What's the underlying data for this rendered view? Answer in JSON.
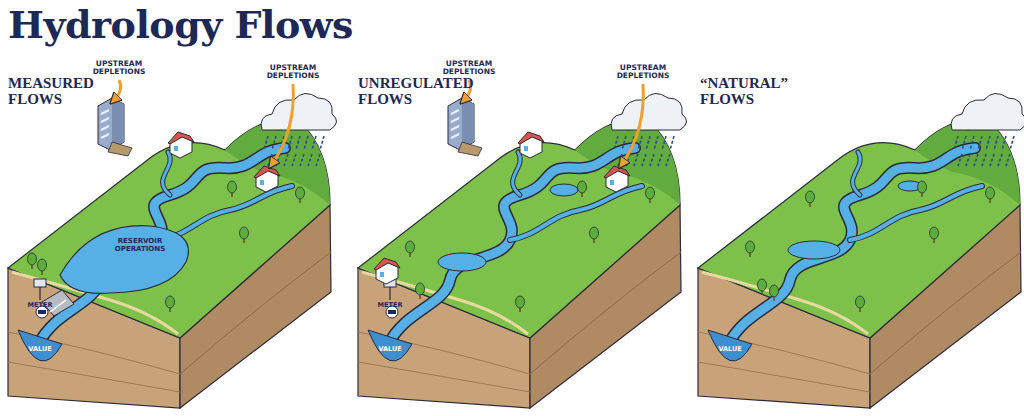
{
  "diagram": {
    "title": "Hydrology Flows",
    "labels": [
      "MEASURED FLOWS",
      "UPSTREAM DEPLETIONS",
      "UPSTREAM DEPLETIONS",
      "RESERVOIR OPERATIONS",
      "METER",
      "VALUE",
      "UNREGULATED FLOWS",
      "UPSTREAM DEPLETIONS",
      "UPSTREAM DEPLETIONS",
      "METER",
      "VALUE",
      "“NATURAL” FLOWS",
      "VALUE"
    ]
  }
}
